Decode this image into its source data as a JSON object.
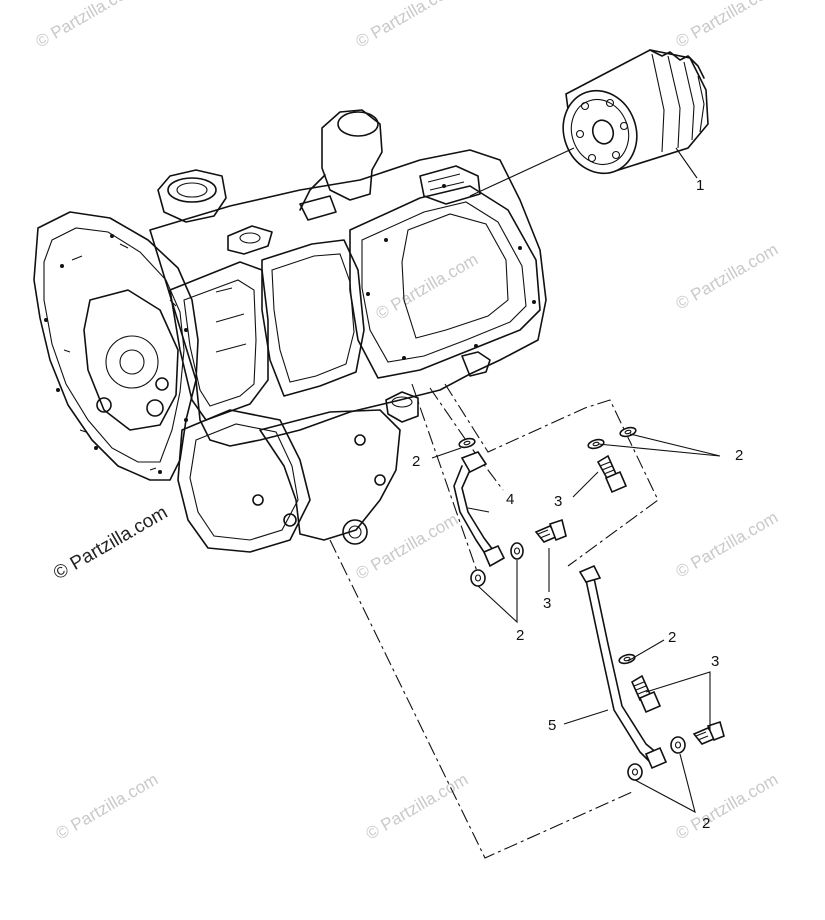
{
  "watermark": {
    "main_text": "© Partzilla.com",
    "tile_text": "© Partzilla.com"
  },
  "callouts": {
    "oil_filter": "1",
    "washer_upper_left": "2",
    "washer_upper_right": "2",
    "washer_lower_left": "2",
    "washer_lower_mid": "2",
    "washer_bottom": "2",
    "bolt_upper": "3",
    "bolt_left": "3",
    "bolt_lower": "3",
    "oil_line_upper": "4",
    "oil_line_lower": "5"
  }
}
